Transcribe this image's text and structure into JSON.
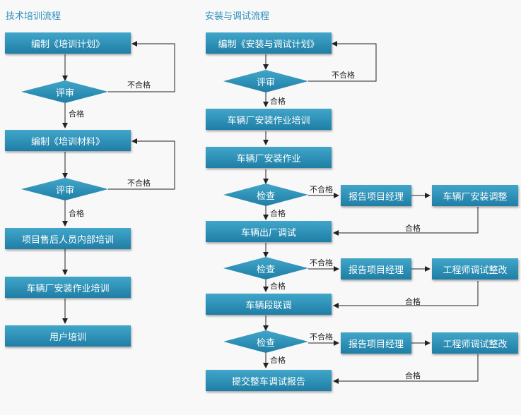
{
  "left": {
    "title": "技术培训流程",
    "box1": "编制《培训计划》",
    "review1": "评审",
    "fail1": "不合格",
    "pass1": "合格",
    "box2": "编制《培训材料》",
    "review2": "评审",
    "fail2": "不合格",
    "pass2": "合格",
    "box3": "项目售后人员内部培训",
    "box4": "车辆厂安装作业培训",
    "box5": "用户培训"
  },
  "right": {
    "title": "安装与调试流程",
    "box1": "编制《安装与调试计划》",
    "review": "评审",
    "fail0": "不合格",
    "pass0": "合格",
    "box2": "车辆厂安装作业培训",
    "box3": "车辆厂安装作业",
    "check1": "检查",
    "fail1": "不合格",
    "pass1": "合格",
    "report1": "报告项目经理",
    "adjust1": "车辆厂安装调整",
    "back1": "合格",
    "box4": "车辆出厂调试",
    "check2": "检查",
    "fail2": "不合格",
    "pass2": "合格",
    "report2": "报告项目经理",
    "adjust2": "工程师调试整改",
    "back2": "合格",
    "box5": "车辆段联调",
    "check3": "检查",
    "fail3": "不合格",
    "pass3": "合格",
    "report3": "报告项目经理",
    "adjust3": "工程师调试整改",
    "back3": "合格",
    "box6": "提交整车调试报告"
  },
  "colors": {
    "box_top": "#41a6c9",
    "box_bottom": "#1f7ea6",
    "title": "#2d8fbd",
    "line": "#222222"
  }
}
